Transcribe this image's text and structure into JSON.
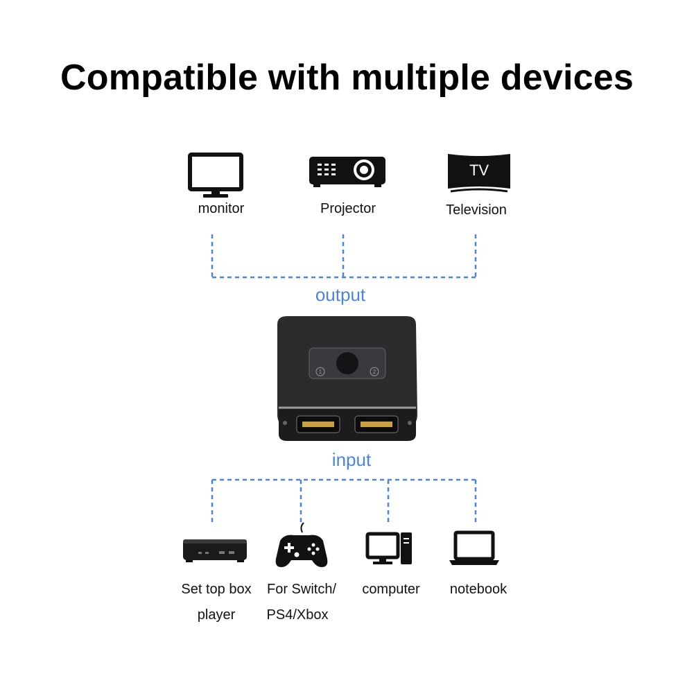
{
  "title": "Compatible with multiple devices",
  "output_devices": [
    {
      "label": "monitor",
      "icon": "monitor-icon"
    },
    {
      "label": "Projector",
      "icon": "projector-icon"
    },
    {
      "label": "Television",
      "icon": "television-icon",
      "screen_text": "TV"
    }
  ],
  "output_label": "output",
  "input_label": "input",
  "switch": {
    "port_1": "1",
    "port_2": "2"
  },
  "input_devices": [
    {
      "line1": "Set top box",
      "line2": "player",
      "icon": "set-top-box-icon"
    },
    {
      "line1": "For Switch/",
      "line2": "PS4/Xbox",
      "icon": "gamepad-icon"
    },
    {
      "line1": "computer",
      "line2": "",
      "icon": "computer-icon"
    },
    {
      "line1": "notebook",
      "line2": "",
      "icon": "notebook-icon"
    }
  ],
  "colors": {
    "connector": "#4a86d8",
    "label_accent": "#4a86d8",
    "icon": "#111111",
    "device_body": "#2b2b2d"
  }
}
